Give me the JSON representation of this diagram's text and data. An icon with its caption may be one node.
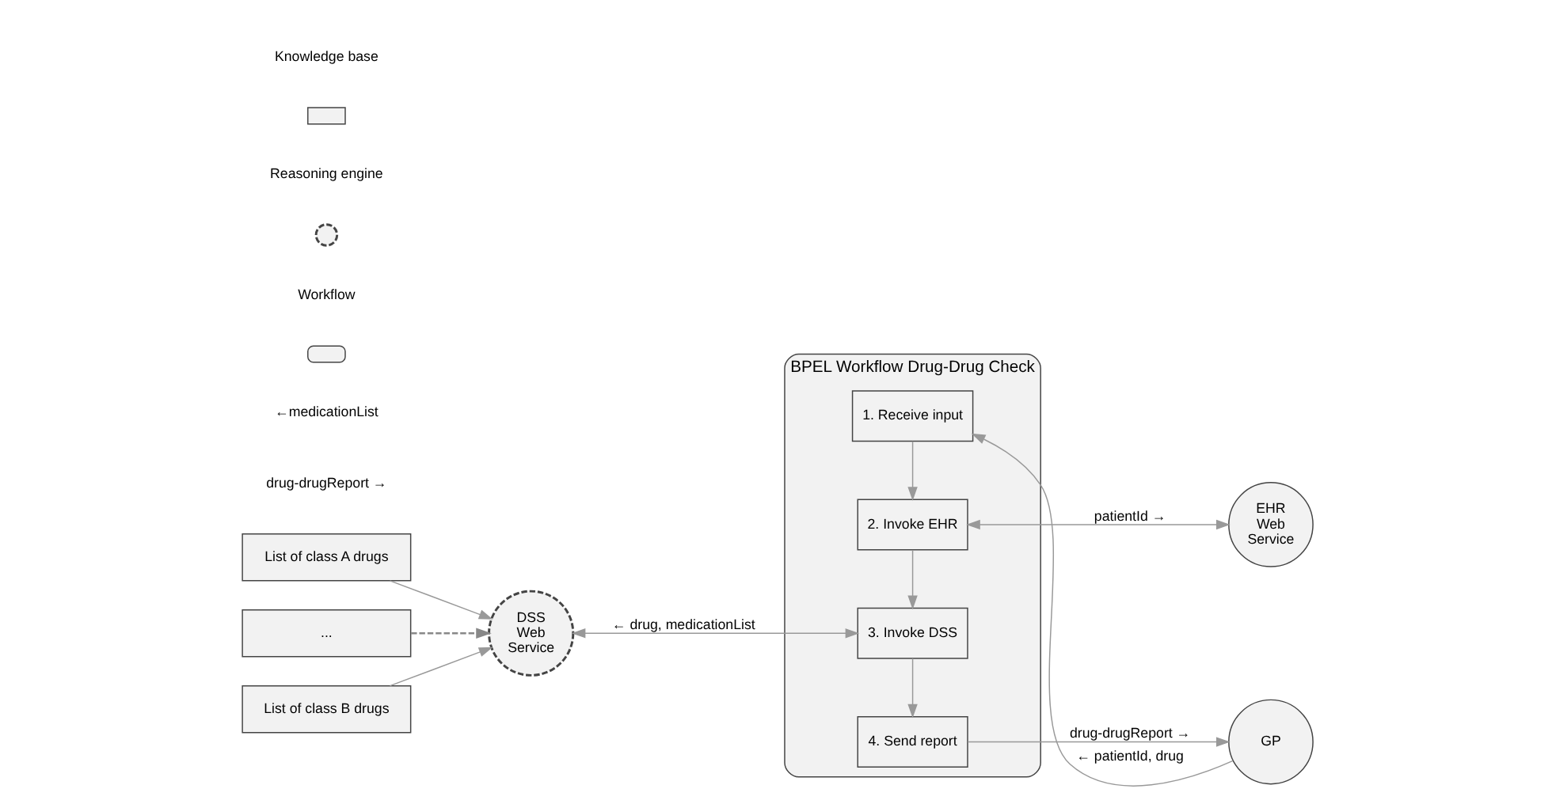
{
  "diagram": {
    "nodes": [
      {
        "text": [
          "List of class A drugs"
        ]
      },
      {
        "text": [
          "..."
        ]
      },
      {
        "text": [
          "List of class B drugs"
        ]
      },
      {
        "text": [
          "DSS Web Service"
        ]
      },
      {
        "text": [
          "BPEL Workflow Drug-Drug Check"
        ]
      },
      {
        "text": [
          "1. Receive input"
        ],
        "in": 4
      },
      {
        "text": [
          "2. Invoke EHR"
        ],
        "in": 4
      },
      {
        "text": [
          "3. Invoke DSS"
        ],
        "in": 4
      },
      {
        "text": [
          "4. Send report"
        ],
        "in": 4
      },
      {
        "text": [
          "GP"
        ]
      },
      {
        "text": [
          "EHR Web Service"
        ]
      }
    ],
    "edges": [
      {
        "from": 0,
        "to": 3,
        "arrow": "to"
      },
      {
        "from": 1,
        "to": 3,
        "arrow": "to",
        "style": "dashed"
      },
      {
        "from": 2,
        "to": 3,
        "arrow": "to"
      },
      {
        "from": 3,
        "to": 7,
        "arrow": "both",
        "label": "← drug, medicationList"
      },
      {
        "from": 9,
        "to": 5,
        "arrow": "to",
        "label": "← patientId, drug"
      },
      {
        "from": 5,
        "to": 6,
        "arrow": "to"
      },
      {
        "from": 6,
        "to": 10,
        "arrow": "both",
        "label": "patientId →"
      },
      {
        "from": 6,
        "to": 7,
        "arrow": "to"
      },
      {
        "from": 7,
        "to": 8,
        "arrow": "to"
      },
      {
        "from": 8,
        "to": 9,
        "arrow": "to",
        "label": "drug-drugReport →"
      }
    ],
    "labels": [
      "drug-drugReport →",
      "←medicationList"
    ],
    "legend": [
      {
        "text": "Knowledge base"
      },
      {
        "text": "Reasoning engine"
      },
      {
        "text": "Workflow"
      }
    ]
  }
}
